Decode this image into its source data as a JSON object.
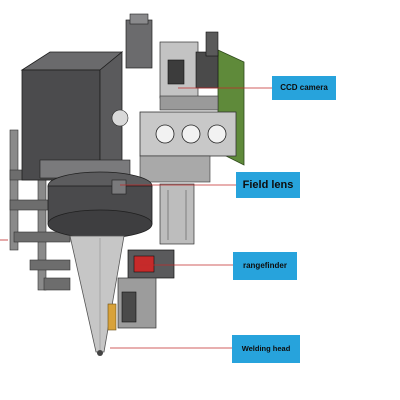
{
  "labels": {
    "ccd_camera": "CCD camera",
    "field_lens": "Field lens",
    "rangefinder": "rangefinder",
    "welding_head": "Welding head"
  },
  "colors": {
    "callout_bg": "#27a3dc",
    "leader_line": "#c22a2a",
    "side_plate": "#5f8a3a",
    "body_dark": "#4b4b4d",
    "body_mid": "#7a7a7c",
    "metal_light": "#c8c8c8"
  }
}
